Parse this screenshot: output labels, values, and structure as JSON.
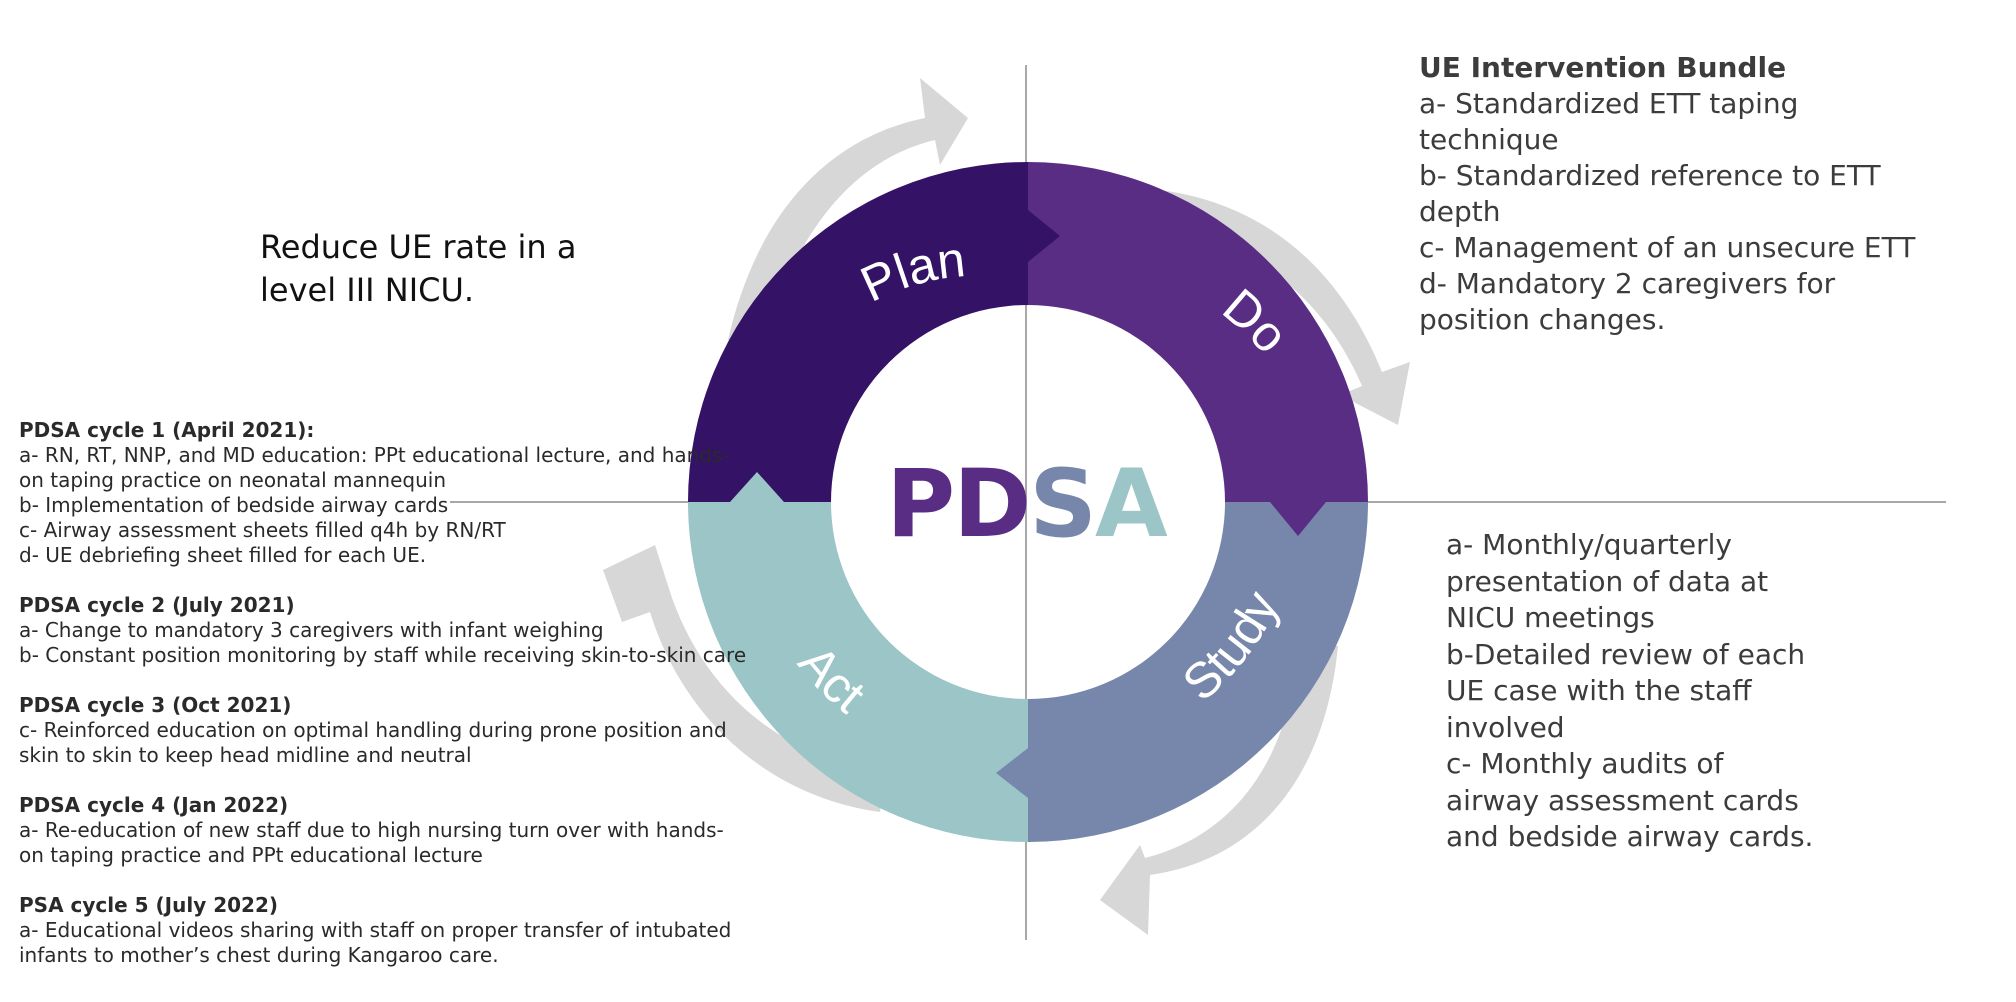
{
  "colors": {
    "plan": "#341266",
    "do": "#5a2d85",
    "study": "#7687ab",
    "act": "#9bc5c6",
    "arrow": "#d7d7d7",
    "axis": "#a8a8a8",
    "ring_label": "#ffffff"
  },
  "center": {
    "letters": [
      {
        "char": "P",
        "color": "#5a2d85"
      },
      {
        "char": "D",
        "color": "#5a2d85"
      },
      {
        "char": "S",
        "color": "#7687ab"
      },
      {
        "char": "A",
        "color": "#9bc5c6"
      }
    ]
  },
  "ring": {
    "plan_label": "Plan",
    "do_label": "Do",
    "study_label": "Study",
    "act_label": "Act"
  },
  "aim": {
    "lines": [
      "Reduce UE rate in a",
      "level III NICU."
    ]
  },
  "do_panel": {
    "title": "UE Intervention Bundle",
    "lines": [
      "a- Standardized ETT taping",
      "technique",
      "b- Standardized reference to ETT",
      "depth",
      "c- Management of an unsecure ETT",
      "d- Mandatory 2 caregivers for",
      "position changes."
    ]
  },
  "study_panel": {
    "lines": [
      "a- Monthly/quarterly",
      "presentation of data at",
      "NICU meetings",
      "b-Detailed review of each",
      "UE case with the staff",
      "involved",
      "c- Monthly audits of",
      "airway assessment cards",
      "and bedside airway cards."
    ]
  },
  "act_panel": {
    "cycles": [
      {
        "title": "PDSA cycle 1 (April 2021):",
        "lines": [
          "a- RN, RT, NNP, and MD education: PPt educational lecture, and hands-",
          "on taping practice on neonatal mannequin",
          "b- Implementation of bedside airway cards",
          "c- Airway assessment sheets filled q4h by RN/RT",
          "d- UE debriefing sheet filled for each UE."
        ]
      },
      {
        "title": "PDSA cycle 2 (July 2021)",
        "lines": [
          "a- Change to mandatory 3 caregivers with infant weighing",
          "b- Constant position monitoring by staff while receiving skin-to-skin care"
        ]
      },
      {
        "title": "PDSA cycle 3 (Oct 2021)",
        "lines": [
          "c- Reinforced education on optimal handling during prone position and",
          "skin to skin to keep head midline and neutral"
        ]
      },
      {
        "title": "PDSA cycle 4 (Jan 2022)",
        "lines": [
          "a- Re-education of new staff due to high nursing turn over with hands-",
          "on taping practice and PPt educational lecture"
        ]
      },
      {
        "title": "PSA cycle 5 (July 2022)",
        "lines": [
          "a- Educational videos sharing with staff on proper transfer of intubated",
          "infants to mother’s chest during Kangaroo care."
        ]
      }
    ]
  }
}
